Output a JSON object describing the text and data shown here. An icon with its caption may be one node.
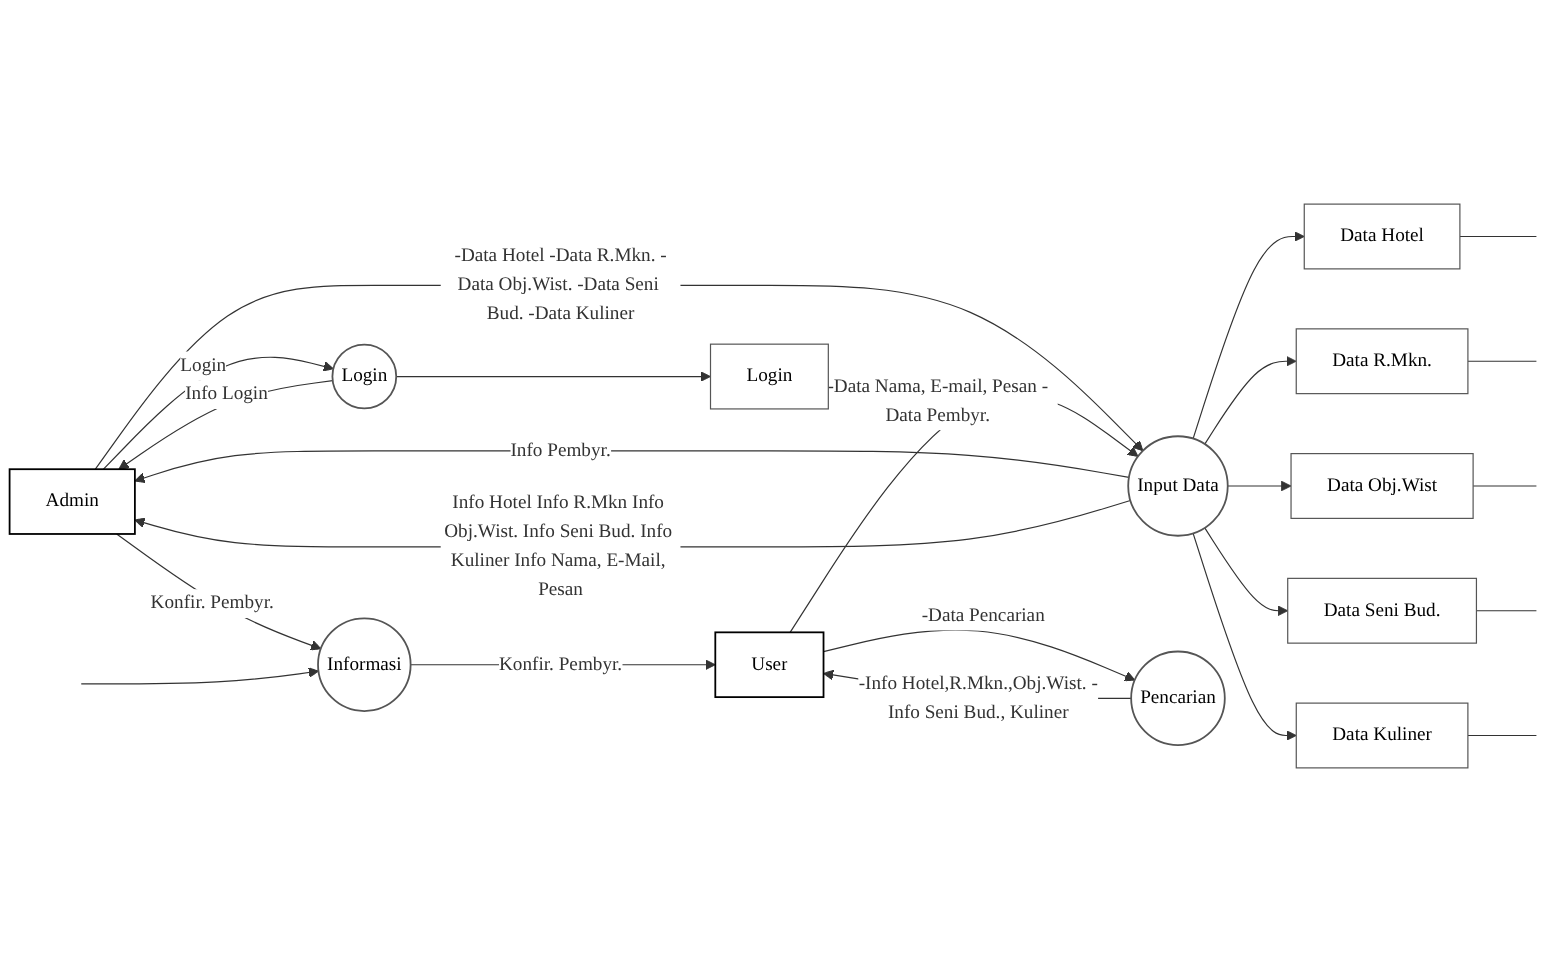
{
  "diagram": {
    "nodes": [
      {
        "text": [
          "Admin"
        ]
      },
      {
        "text": [
          "Login"
        ]
      },
      {
        "text": [
          "Input Data"
        ]
      },
      {
        "text": [
          "Pencarian"
        ]
      },
      {
        "text": [
          "Informasi"
        ]
      },
      {
        "text": [
          "User"
        ]
      },
      {
        "text": [
          "Login"
        ]
      },
      {
        "text": [
          "Data Hotel"
        ]
      },
      {
        "text": [
          "Data R.Mkn."
        ]
      },
      {
        "text": [
          "Data Obj.Wist"
        ]
      },
      {
        "text": [
          "Data Seni Bud."
        ]
      },
      {
        "text": [
          "Data Kuliner"
        ]
      }
    ],
    "edges": [
      {
        "from": 1,
        "to": 0,
        "arrow": "to",
        "label": "Info Login"
      },
      {
        "from": 0,
        "to": 1,
        "arrow": "to",
        "label": "Login"
      },
      {
        "from": 2,
        "to": 0,
        "arrow": "to",
        "label": "Info Pembyr."
      },
      {
        "from": 0,
        "to": 2,
        "arrow": "to",
        "label": "-Data Hotel -Data R.Mkn. -Data Obj.Wist. -Data Seni Bud. -Data Kuliner"
      },
      {
        "from": 2,
        "to": 0,
        "arrow": "to",
        "label": "Info Hotel Info R.Mkn Info Obj.Wist. Info Seni Bud. Info Kuliner Info Nama, E-Mail, Pesan"
      },
      {
        "from": 1,
        "to": 6,
        "arrow": "to"
      },
      {
        "from": 2,
        "to": 7,
        "arrow": "to"
      },
      {
        "from": 2,
        "to": 8,
        "arrow": "to"
      },
      {
        "from": 2,
        "to": 9,
        "arrow": "to"
      },
      {
        "from": 2,
        "to": 10,
        "arrow": "to"
      },
      {
        "from": 2,
        "to": 11,
        "arrow": "to"
      },
      {
        "from": 7,
        "to": null,
        "arrow": "none"
      },
      {
        "from": 8,
        "to": null,
        "arrow": "none"
      },
      {
        "from": 9,
        "to": null,
        "arrow": "none"
      },
      {
        "from": 10,
        "to": null,
        "arrow": "none"
      },
      {
        "from": 11,
        "to": null,
        "arrow": "none"
      },
      {
        "from": 5,
        "to": 2,
        "arrow": "to",
        "label": "-Data Nama, E-mail, Pesan -Data Pembyr."
      },
      {
        "from": 5,
        "to": 3,
        "arrow": "to",
        "label": "-Data Pencarian"
      },
      {
        "from": 3,
        "to": 5,
        "arrow": "to",
        "label": "-Info Hotel,R.Mkn.,Obj.Wist. -Info Seni Bud., Kuliner"
      },
      {
        "from": 0,
        "to": 4,
        "arrow": "to",
        "label": "Konfir. Pembyr."
      },
      {
        "from": 4,
        "to": 5,
        "arrow": "to",
        "label": "Konfir. Pembyr."
      },
      {
        "from": null,
        "to": 4,
        "arrow": "to"
      }
    ]
  }
}
